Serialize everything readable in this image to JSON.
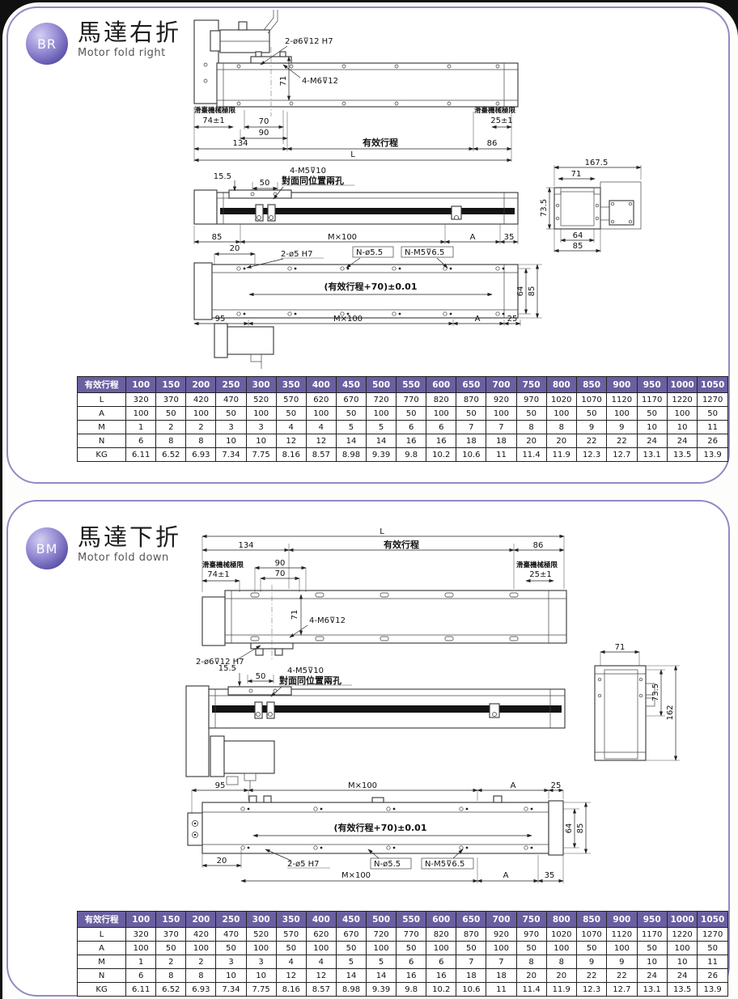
{
  "page": {
    "frame_color": "#101010",
    "panel_border": "#9189c5",
    "accent": "#6a5fa0",
    "line_color": "#333333"
  },
  "br": {
    "badge": "BR",
    "title": "馬達右折",
    "subtitle": "Motor fold right",
    "d": {
      "hole_top": "2-ø6⊽12  H7",
      "m6": "4-M6⊽12",
      "h71": "71",
      "limit": "滑臺機械極限",
      "limit_left": "74±1",
      "limit_right": "25±1",
      "d70": "70",
      "d90": "90",
      "d134": "134",
      "stroke": "有效行程",
      "d86": "86",
      "L": "L",
      "d15_5": "15.5",
      "d50": "50",
      "m5": "4-M5⊽10",
      "two_holes": "對面同位置兩孔",
      "d85a": "85",
      "mx100": "M×100",
      "A": "A",
      "d35": "35",
      "d20": "20",
      "hole5": "2-ø5 H7",
      "n_d55": "N-ø5.5",
      "n_m5": "N-M5⊽6.5",
      "stroke70": "(有效行程+70)±0.01",
      "d64": "64",
      "d85b": "85",
      "d95": "95",
      "d25": "25",
      "ev_w": "167.5",
      "ev_71": "71",
      "ev_h": "73.5",
      "ev_64": "64",
      "ev_85": "85"
    },
    "table": {
      "header": [
        "有效行程",
        "100",
        "150",
        "200",
        "250",
        "300",
        "350",
        "400",
        "450",
        "500",
        "550",
        "600",
        "650",
        "700",
        "750",
        "800",
        "850",
        "900",
        "950",
        "1000",
        "1050"
      ],
      "rows": [
        [
          "L",
          "320",
          "370",
          "420",
          "470",
          "520",
          "570",
          "620",
          "670",
          "720",
          "770",
          "820",
          "870",
          "920",
          "970",
          "1020",
          "1070",
          "1120",
          "1170",
          "1220",
          "1270"
        ],
        [
          "A",
          "100",
          "50",
          "100",
          "50",
          "100",
          "50",
          "100",
          "50",
          "100",
          "50",
          "100",
          "50",
          "100",
          "50",
          "100",
          "50",
          "100",
          "50",
          "100",
          "50"
        ],
        [
          "M",
          "1",
          "2",
          "2",
          "3",
          "3",
          "4",
          "4",
          "5",
          "5",
          "6",
          "6",
          "7",
          "7",
          "8",
          "8",
          "9",
          "9",
          "10",
          "10",
          "11"
        ],
        [
          "N",
          "6",
          "8",
          "8",
          "10",
          "10",
          "12",
          "12",
          "14",
          "14",
          "16",
          "16",
          "18",
          "18",
          "20",
          "20",
          "22",
          "22",
          "24",
          "24",
          "26"
        ],
        [
          "KG",
          "6.11",
          "6.52",
          "6.93",
          "7.34",
          "7.75",
          "8.16",
          "8.57",
          "8.98",
          "9.39",
          "9.8",
          "10.2",
          "10.6",
          "11",
          "11.4",
          "11.9",
          "12.3",
          "12.7",
          "13.1",
          "13.5",
          "13.9"
        ]
      ]
    }
  },
  "bm": {
    "badge": "BM",
    "title": "馬達下折",
    "subtitle": "Motor fold down",
    "d": {
      "hole_top": "2-ø6⊽12  H7",
      "m6": "4-M6⊽12",
      "h71": "71",
      "limit": "滑臺機械極限",
      "limit_left": "74±1",
      "limit_right": "25±1",
      "d70": "70",
      "d90": "90",
      "d134": "134",
      "stroke": "有效行程",
      "d86": "86",
      "L": "L",
      "d15_5": "15.5",
      "d50": "50",
      "m5": "4-M5⊽10",
      "two_holes": "對面同位置兩孔",
      "mx100": "M×100",
      "A": "A",
      "d35": "35",
      "d20": "20",
      "hole5": "2-ø5 H7",
      "n_d55": "N-ø5.5",
      "n_m5": "N-M5⊽6.5",
      "stroke70": "(有效行程+70)±0.01",
      "d64": "64",
      "d85b": "85",
      "d95": "95",
      "d25": "25",
      "ev_71": "71",
      "ev_h": "73.5",
      "ev_h2": "162"
    },
    "table": {
      "header": [
        "有效行程",
        "100",
        "150",
        "200",
        "250",
        "300",
        "350",
        "400",
        "450",
        "500",
        "550",
        "600",
        "650",
        "700",
        "750",
        "800",
        "850",
        "900",
        "950",
        "1000",
        "1050"
      ],
      "rows": [
        [
          "L",
          "320",
          "370",
          "420",
          "470",
          "520",
          "570",
          "620",
          "670",
          "720",
          "770",
          "820",
          "870",
          "920",
          "970",
          "1020",
          "1070",
          "1120",
          "1170",
          "1220",
          "1270"
        ],
        [
          "A",
          "100",
          "50",
          "100",
          "50",
          "100",
          "50",
          "100",
          "50",
          "100",
          "50",
          "100",
          "50",
          "100",
          "50",
          "100",
          "50",
          "100",
          "50",
          "100",
          "50"
        ],
        [
          "M",
          "1",
          "2",
          "2",
          "3",
          "3",
          "4",
          "4",
          "5",
          "5",
          "6",
          "6",
          "7",
          "7",
          "8",
          "8",
          "9",
          "9",
          "10",
          "10",
          "11"
        ],
        [
          "N",
          "6",
          "8",
          "8",
          "10",
          "10",
          "12",
          "12",
          "14",
          "14",
          "16",
          "16",
          "18",
          "18",
          "20",
          "20",
          "22",
          "22",
          "24",
          "24",
          "26"
        ],
        [
          "KG",
          "6.11",
          "6.52",
          "6.93",
          "7.34",
          "7.75",
          "8.16",
          "8.57",
          "8.98",
          "9.39",
          "9.8",
          "10.2",
          "10.6",
          "11",
          "11.4",
          "11.9",
          "12.3",
          "12.7",
          "13.1",
          "13.5",
          "13.9"
        ]
      ]
    }
  }
}
